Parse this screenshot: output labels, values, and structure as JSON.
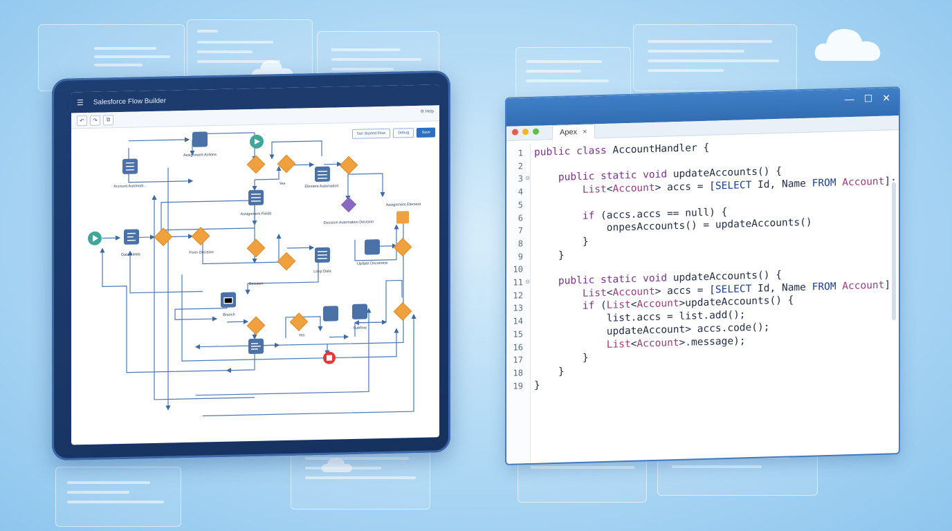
{
  "flow_builder": {
    "title": "Salesforce Flow Builder",
    "menu_icon": "menu-icon",
    "toolbar_right": "⚙ Help",
    "actions": [
      "Get Started Flow",
      "Debug",
      "Save"
    ],
    "node_labels": [
      "Assignment Actions",
      "Account Automati...",
      "Data Fields",
      "Form Decision",
      "Yes",
      "Assignment Fields",
      "Element Automation",
      "Decision Automation Decision",
      "Loop Data",
      "Update Document",
      "Assignment Element",
      "Decision",
      "Branch",
      "Yes",
      "Subflow"
    ]
  },
  "code_editor": {
    "tab_label": "Apex",
    "tab_close": "×",
    "window_controls": [
      "—",
      "☐",
      "✕"
    ],
    "lines": [
      "public class AccountHandler {",
      "",
      "    public static void updateAccounts() {",
      "        List<Account> accs = [SELECT Id, Name FROM Account];",
      "",
      "        if (accs.accs == null) {",
      "            onpesAccounts() = updateAccounts()",
      "        }",
      "    }",
      "",
      "    public static void updateAccounts() {",
      "        List<Account> accs = [SELECT Id, Name FROM Account];",
      "        if (List<Account>updateAccounts() {",
      "            list.accs = list.add();",
      "            updateAccount> accs.code();",
      "            List<Account>.message);",
      "        }",
      "    }",
      "}"
    ],
    "fold_lines": [
      3,
      11
    ]
  },
  "colors": {
    "accent": "#2f6fc2",
    "decision": "#f0a03c",
    "element": "#4a72a8",
    "start": "#3fa89a",
    "stop": "#e03a3a"
  }
}
